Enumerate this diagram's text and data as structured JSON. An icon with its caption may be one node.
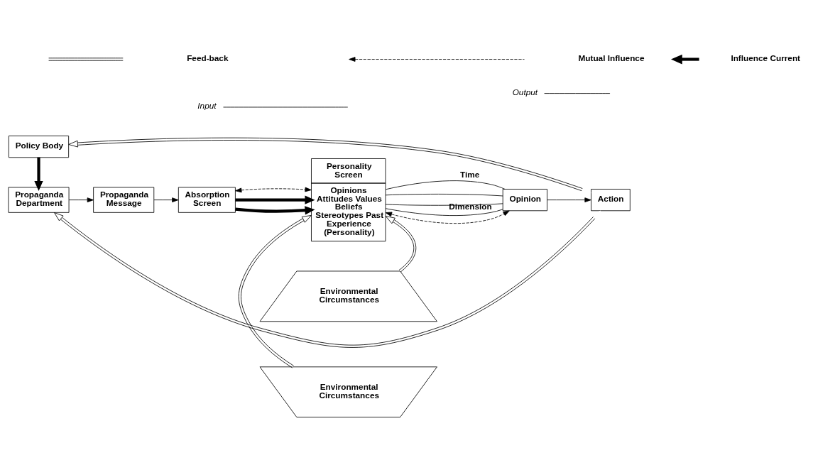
{
  "diagram": {
    "nodes": [
      {
        "text": [
          "Policy Body"
        ]
      },
      {
        "text": [
          "Propaganda Department"
        ]
      },
      {
        "text": [
          "Propaganda Message"
        ]
      },
      {
        "text": [
          "Absorption Screen"
        ]
      },
      {
        "text": [
          "Personality Screen",
          "Opinions Attitudes Values Beliefs Stereotypes Past Experience (Personality)"
        ]
      },
      {
        "text": [
          "Environmental Circumstances"
        ]
      },
      {
        "text": [
          "Environmental Circumstances"
        ]
      },
      {
        "text": [
          "Opinion"
        ]
      },
      {
        "text": [
          "Action"
        ]
      },
      {
        "text": [
          "Input"
        ]
      },
      {
        "text": [
          "Output"
        ]
      }
    ],
    "edges": [
      {
        "from": 0,
        "to": 1,
        "arrow": "to",
        "style": "thick"
      },
      {
        "from": 1,
        "to": 2,
        "arrow": "to"
      },
      {
        "from": 2,
        "to": 3,
        "arrow": "to"
      },
      {
        "from": 3,
        "to": 4,
        "arrow": "to",
        "style": "thick"
      },
      {
        "from": 3,
        "to": 4,
        "arrow": "to",
        "style": "thick"
      },
      {
        "from": 5,
        "to": 4,
        "arrow": "to"
      },
      {
        "from": 6,
        "to": 4,
        "arrow": "to"
      },
      {
        "from": 4,
        "to": 7,
        "arrow": "none",
        "label": "Time"
      },
      {
        "from": 4,
        "to": 7,
        "arrow": "none"
      },
      {
        "from": 4,
        "to": 7,
        "arrow": "none"
      },
      {
        "from": 4,
        "to": 7,
        "arrow": "none",
        "label": "Dimension"
      },
      {
        "from": 7,
        "to": 8,
        "arrow": "to"
      },
      {
        "from": 3,
        "to": 4,
        "arrow": "both",
        "style": "dashed"
      },
      {
        "from": 4,
        "to": 7,
        "arrow": "both",
        "style": "dashed"
      },
      {
        "from": 8,
        "to": 0,
        "arrow": "both"
      },
      {
        "from": 8,
        "to": 1,
        "arrow": "both"
      },
      {
        "from": 9,
        "to": null,
        "arrow": "none"
      },
      {
        "from": 10,
        "to": null,
        "arrow": "none"
      }
    ],
    "legend": [
      {
        "text": "Feed-back"
      },
      {
        "text": "Mutual Influence"
      },
      {
        "text": "Influence Current"
      }
    ]
  }
}
